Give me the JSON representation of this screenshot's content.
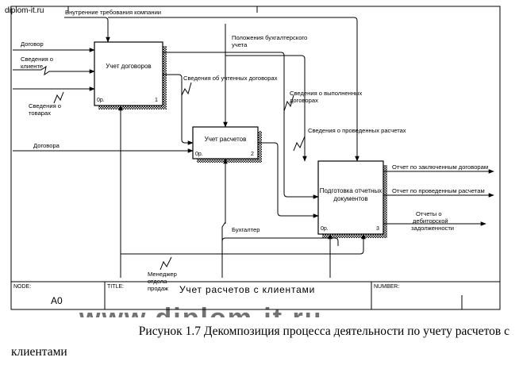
{
  "watermark_top": "diplom-it.ru",
  "watermark_bottom": "www.diplom-it.ru",
  "boxes": [
    {
      "label": "Учет договоров",
      "corner_left": "0р.",
      "corner_right": "1"
    },
    {
      "label": "Учет расчетов",
      "corner_left": "0р.",
      "corner_right": "2"
    },
    {
      "label_line1": "Подготовка отчетных",
      "label_line2": "документов",
      "corner_left": "0р.",
      "corner_right": "3"
    }
  ],
  "arrows": {
    "control_requirements": "Внутренние требования компании",
    "input_contract": "Договор",
    "input_client_info_1": "Сведения о",
    "input_client_info_2": "клиенте",
    "input_goods_info_1": "Сведения о",
    "input_goods_info_2": "товарах",
    "input_contracts": "Договора",
    "control_accounting_1": "Положения бухгалтерского",
    "control_accounting_2": "учета",
    "contracts_info": "Сведения об учтенных договорах",
    "completed_contracts_1": "Сведения о выполненных",
    "completed_contracts_2": "договорах",
    "settlements_info": "Сведения о проведенных расчетах",
    "out_contracts_report": "Отчет по заключенным договорам",
    "out_settlements_report": "Отчет по проведенным расчетам",
    "out_receivables_1": "Отчеты о",
    "out_receivables_2": "дебиторской",
    "out_receivables_3": "задолженности",
    "mech_accountant": "Бухгалтер",
    "mech_manager_1": "Менеджер",
    "mech_manager_2": "отдела",
    "mech_manager_3": "продаж"
  },
  "frame": {
    "node_label": "NODE:",
    "node_value": "A0",
    "title_label": "TITLE:",
    "title_value": "Учет расчетов с клиентами",
    "number_label": "NUMBER:"
  },
  "caption": {
    "line1": "Рисунок 1.7 Декомпозиция процесса деятельности по учету расчетов с",
    "line2": "клиентами"
  }
}
